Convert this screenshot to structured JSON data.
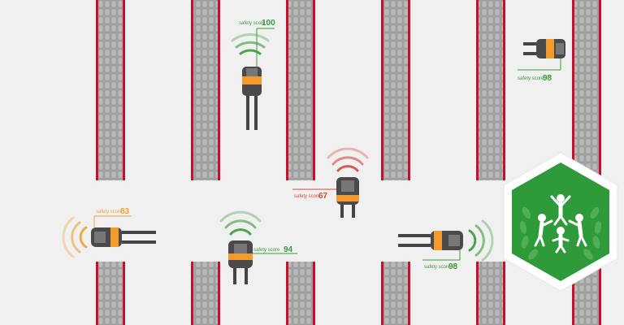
{
  "scene": {
    "label_prefix": "safety score",
    "colors": {
      "good": "#3a9b3c",
      "warn": "#f0a23a",
      "bad": "#d64a3e",
      "rack_frame": "#c8102e",
      "rack_fill": "#a9a9a9",
      "forklift_body": "#4a4a4a",
      "forklift_accent": "#f29a2e",
      "badge_green": "#2e9a3a"
    },
    "forklifts": [
      {
        "id": "f1",
        "score": "100",
        "status": "good"
      },
      {
        "id": "f2",
        "score": "98",
        "status": "good"
      },
      {
        "id": "f3",
        "score": "67",
        "status": "bad"
      },
      {
        "id": "f4",
        "score": "83",
        "status": "warn"
      },
      {
        "id": "f5",
        "score": "94",
        "status": "good"
      },
      {
        "id": "f6",
        "score": "98",
        "status": "good"
      }
    ],
    "badge": {
      "icon": "team-celebration-icon"
    }
  }
}
